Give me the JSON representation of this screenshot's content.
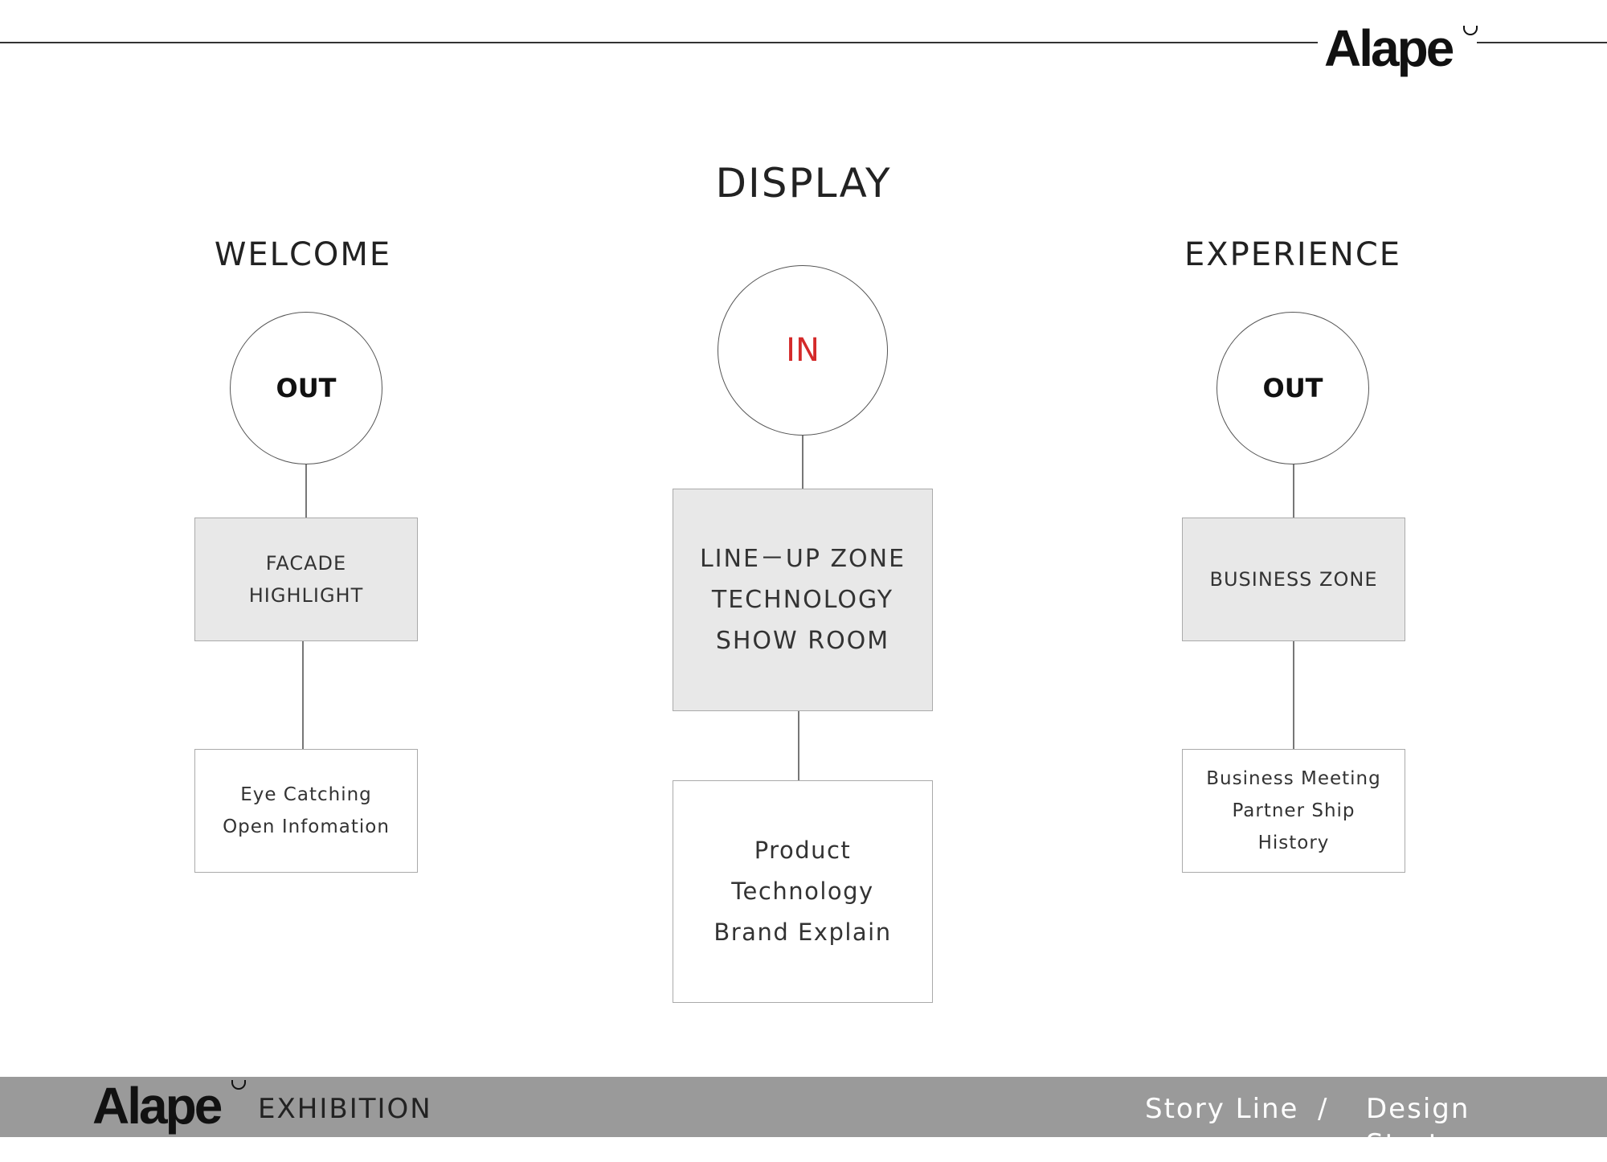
{
  "header": {
    "logo": "Alape"
  },
  "title": "DISPLAY",
  "columns": [
    {
      "heading": "WELCOME",
      "circle": "OUT",
      "zone_lines": [
        "FACADE",
        "HIGHLIGHT"
      ],
      "detail_lines": [
        "Eye Catching",
        "Open Infomation"
      ]
    },
    {
      "heading": "",
      "circle": "IN",
      "zone_lines": [
        "LINE－UP ZONE",
        "TECHNOLOGY",
        "SHOW ROOM"
      ],
      "detail_lines": [
        "Product",
        "Technology",
        "Brand Explain"
      ]
    },
    {
      "heading": "EXPERIENCE",
      "circle": "OUT",
      "zone_lines": [
        "BUSINESS ZONE"
      ],
      "detail_lines": [
        "Business Meeting",
        "Partner Ship",
        "History"
      ]
    }
  ],
  "footer": {
    "logo": "Alape",
    "label": "EXHIBITION",
    "nav_story": "Story Line",
    "separator": "/",
    "nav_strategy": "Design Strategy"
  },
  "colors": {
    "accent_in": "#d42a2a",
    "zone_fill": "#e8e8e8",
    "footer_bg": "#9a9a9a"
  }
}
